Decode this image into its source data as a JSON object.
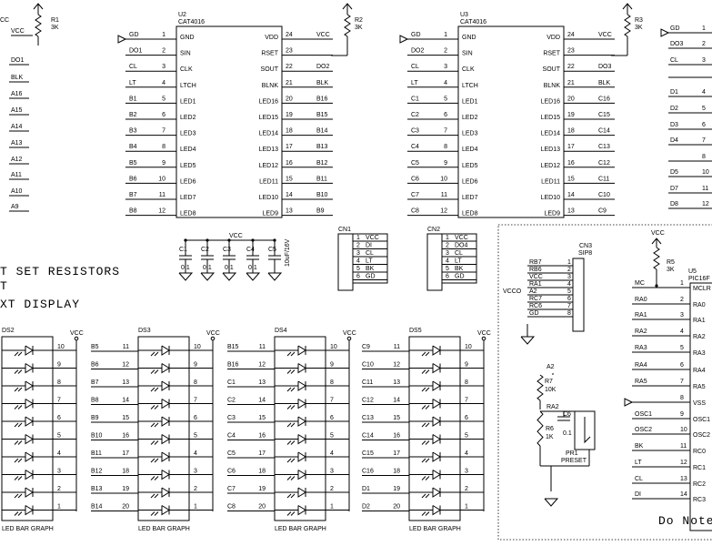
{
  "chips": [
    {
      "ref": "U2",
      "part": "CAT4016",
      "nets": [
        "GD",
        "DO1",
        "CL",
        "LT",
        "B1",
        "B2",
        "B3",
        "B4",
        "B5",
        "B6",
        "B7",
        "B8"
      ],
      "rnets": [
        "VCC",
        "",
        "DO2",
        "BLK",
        "B16",
        "B15",
        "B14",
        "B13",
        "B12",
        "B11",
        "B10",
        "B9"
      ]
    },
    {
      "ref": "U3",
      "part": "CAT4016",
      "nets": [
        "GD",
        "DO2",
        "CL",
        "LT",
        "C1",
        "C2",
        "C3",
        "C4",
        "C5",
        "C6",
        "C7",
        "C8"
      ],
      "rnets": [
        "VCC",
        "",
        "DO3",
        "BLK",
        "C16",
        "C15",
        "C14",
        "C13",
        "C12",
        "C11",
        "C10",
        "C9"
      ]
    }
  ],
  "chip_pins_left": [
    {
      "num": "1",
      "name": "GND"
    },
    {
      "num": "2",
      "name": "SIN"
    },
    {
      "num": "3",
      "name": "CLK"
    },
    {
      "num": "4",
      "name": "LTCH"
    },
    {
      "num": "5",
      "name": "LED1"
    },
    {
      "num": "6",
      "name": "LED2"
    },
    {
      "num": "7",
      "name": "LED3"
    },
    {
      "num": "8",
      "name": "LED4"
    },
    {
      "num": "9",
      "name": "LED5"
    },
    {
      "num": "10",
      "name": "LED6"
    },
    {
      "num": "11",
      "name": "LED7"
    },
    {
      "num": "12",
      "name": "LED8"
    }
  ],
  "chip_pins_right": [
    {
      "num": "24",
      "name": "VDD"
    },
    {
      "num": "23",
      "name": "RSET"
    },
    {
      "num": "22",
      "name": "SOUT"
    },
    {
      "num": "21",
      "name": "BLNK"
    },
    {
      "num": "20",
      "name": "LED16"
    },
    {
      "num": "19",
      "name": "LED15"
    },
    {
      "num": "18",
      "name": "LED14"
    },
    {
      "num": "17",
      "name": "LED13"
    },
    {
      "num": "16",
      "name": "LED12"
    },
    {
      "num": "15",
      "name": "LED11"
    },
    {
      "num": "14",
      "name": "LED10"
    },
    {
      "num": "13",
      "name": "LED9"
    }
  ],
  "resistors": [
    {
      "ref": "R1",
      "value": "3K"
    },
    {
      "ref": "R2",
      "value": "3K"
    },
    {
      "ref": "R3",
      "value": "3K"
    },
    {
      "ref": "R5",
      "value": "3K"
    },
    {
      "ref": "R7",
      "value": "10K"
    },
    {
      "ref": "R6",
      "value": "1K"
    }
  ],
  "left_edge": {
    "vcc_a": "CC",
    "vcc_b": "VCC",
    "nets": [
      "DO1",
      "BLK",
      "A16",
      "A15",
      "A14",
      "A13",
      "A12",
      "A11",
      "A10",
      "A9"
    ]
  },
  "right_edge": {
    "nets": [
      "GD",
      "DO3",
      "CL",
      "D1",
      "D2",
      "D3",
      "D4",
      "D5",
      "D7",
      "D8"
    ],
    "nums": [
      "1",
      "2",
      "3",
      "4",
      "5",
      "6",
      "7",
      "8",
      "10",
      "11",
      "12"
    ]
  },
  "capacitors": [
    {
      "ref": "C1",
      "value": "0.1"
    },
    {
      "ref": "C2",
      "value": "0.1"
    },
    {
      "ref": "C3",
      "value": "0.1"
    },
    {
      "ref": "C4",
      "value": "0.1"
    },
    {
      "ref": "C5",
      "value": "10uF/16V"
    }
  ],
  "cap_vcc": "VCC",
  "connectors": [
    {
      "ref": "CN1",
      "rows": [
        [
          "1",
          "VCC"
        ],
        [
          "2",
          "DI"
        ],
        [
          "3",
          "CL"
        ],
        [
          "4",
          "LT"
        ],
        [
          "5",
          "BK"
        ],
        [
          "6",
          "GD"
        ]
      ]
    },
    {
      "ref": "CN2",
      "rows": [
        [
          "1",
          "VCC"
        ],
        [
          "2",
          "DO4"
        ],
        [
          "3",
          "CL"
        ],
        [
          "4",
          "LT"
        ],
        [
          "5",
          "BK"
        ],
        [
          "6",
          "GD"
        ]
      ]
    }
  ],
  "notes": [
    "T   SET  RESISTORS",
    "T",
    "XT  DISPLAY"
  ],
  "bargraphs": [
    {
      "ref": "DS2",
      "left": [
        "",
        "",
        "",
        "",
        "",
        "",
        "",
        "",
        "",
        ""
      ],
      "lnums": [
        "",
        "",
        "",
        "",
        "",
        "",
        "",
        "",
        "",
        ""
      ]
    },
    {
      "ref": "DS3",
      "left": [
        "B5",
        "B6",
        "B7",
        "B8",
        "B9",
        "B10",
        "B11",
        "B12",
        "B13",
        "B14"
      ],
      "lnums": [
        "11",
        "12",
        "13",
        "14",
        "15",
        "16",
        "17",
        "18",
        "19",
        "20"
      ]
    },
    {
      "ref": "DS4",
      "left": [
        "B15",
        "B16",
        "C1",
        "C2",
        "C3",
        "C4",
        "C5",
        "C6",
        "C7",
        "C8"
      ],
      "lnums": [
        "11",
        "12",
        "13",
        "14",
        "15",
        "16",
        "17",
        "18",
        "19",
        "20"
      ]
    },
    {
      "ref": "DS5",
      "left": [
        "C9",
        "C10",
        "C11",
        "C12",
        "C13",
        "C14",
        "C15",
        "C16",
        "D1",
        "D2"
      ],
      "lnums": [
        "11",
        "12",
        "13",
        "14",
        "15",
        "16",
        "17",
        "18",
        "19",
        "20"
      ]
    }
  ],
  "bar_right_nums": [
    "10",
    "9",
    "8",
    "7",
    "6",
    "5",
    "4",
    "3",
    "2",
    "1"
  ],
  "bar_caption": "LED BAR GRAPH",
  "bar_vcc": "VCC",
  "cn3": {
    "ref": "CN3",
    "part": "SIP8",
    "vcc_label": "VCCO",
    "rows": [
      [
        "RB7",
        "1"
      ],
      [
        "RB6",
        "2"
      ],
      [
        "VCC",
        "3"
      ],
      [
        "RA1",
        "4"
      ],
      [
        "A2",
        "5"
      ],
      [
        "RC7",
        "6"
      ],
      [
        "RC6",
        "7"
      ],
      [
        "GD",
        "8"
      ]
    ]
  },
  "preset": {
    "net_a": "A2",
    "net_b": "RA2",
    "cap_ref": "C6",
    "cap_value": "0.1",
    "pr_ref": "PR1",
    "pr_value": "PRESET"
  },
  "mcu": {
    "ref": "U5",
    "part": "PIC16F",
    "vcc": "VCC",
    "rows": [
      {
        "net": "MC",
        "num": "1",
        "pin": "MCLR"
      },
      {
        "net": "RA0",
        "num": "2",
        "pin": "RA0"
      },
      {
        "net": "RA1",
        "num": "3",
        "pin": "RA1"
      },
      {
        "net": "RA2",
        "num": "4",
        "pin": "RA2"
      },
      {
        "net": "RA3",
        "num": "5",
        "pin": "RA3"
      },
      {
        "net": "RA4",
        "num": "6",
        "pin": "RA4"
      },
      {
        "net": "RA5",
        "num": "7",
        "pin": "RA5"
      },
      {
        "net": "",
        "num": "8",
        "pin": "VSS"
      },
      {
        "net": "OSC1",
        "num": "9",
        "pin": "OSC1"
      },
      {
        "net": "OSC2",
        "num": "10",
        "pin": "OSC2"
      },
      {
        "net": "BK",
        "num": "11",
        "pin": "RC0"
      },
      {
        "net": "LT",
        "num": "12",
        "pin": "RC1"
      },
      {
        "net": "CL",
        "num": "13",
        "pin": "RC2"
      },
      {
        "net": "DI",
        "num": "14",
        "pin": "RC3"
      }
    ],
    "note": "Do Note"
  }
}
